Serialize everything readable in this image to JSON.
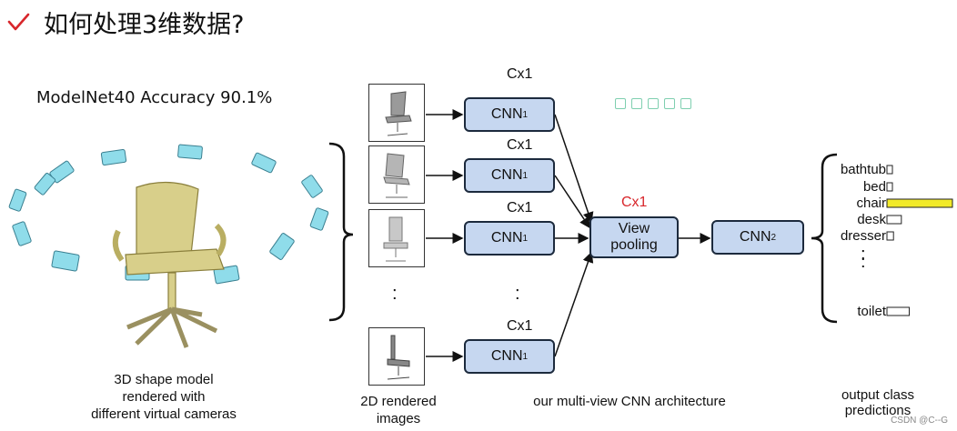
{
  "title": "如何处理3维数据?",
  "icons": {
    "title_mark": "checkmark-icon"
  },
  "accuracy_text": "ModelNet40 Accuracy 90.1%",
  "captions": {
    "shape_model": [
      "3D shape model",
      "rendered with",
      "different virtual cameras"
    ],
    "rendered_images": [
      "2D rendered",
      "images"
    ],
    "architecture": "our multi-view CNN architecture",
    "output": [
      "output class",
      "predictions"
    ]
  },
  "cnn1_label": "CNN",
  "cnn1_sub": "1",
  "cnn2_label": "CNN",
  "cnn2_sub": "2",
  "cx_label": "Cx1",
  "pool_cx_label": "Cx1",
  "view_pooling": [
    "View",
    "pooling"
  ],
  "ellipsis": ":",
  "predictions": [
    {
      "label": "bathtub",
      "value": 0.05
    },
    {
      "label": "bed",
      "value": 0.05
    },
    {
      "label": "chair",
      "value": 1.0
    },
    {
      "label": "desk",
      "value": 0.22
    },
    {
      "label": "dresser",
      "value": 0.1
    },
    {
      "label": "toilet",
      "value": 0.34
    }
  ],
  "colors": {
    "accent_red": "#d8262b",
    "cnn_fill": "#c6d7f0",
    "chair_bar": "#f2ea2a",
    "camera": "#7fd3e6"
  },
  "watermark": "CSDN @C--G"
}
